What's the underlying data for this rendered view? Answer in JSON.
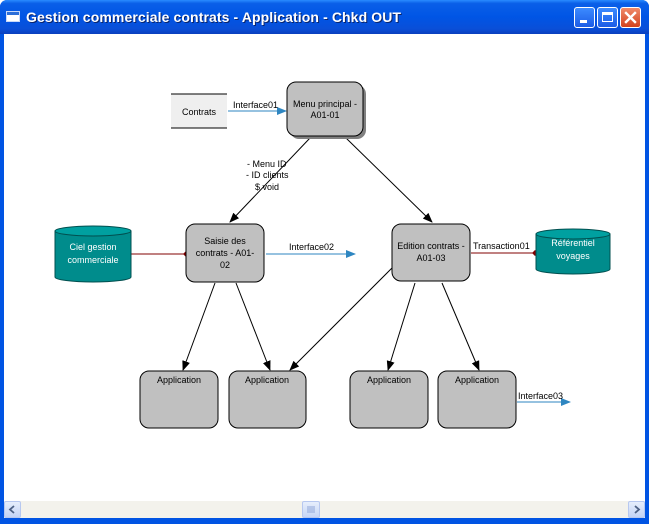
{
  "window": {
    "title": "Gestion commerciale contrats - Application - Chkd OUT"
  },
  "colors": {
    "node_fill": "#c0c0c0",
    "database_fill": "#008c8c",
    "flow_arrow": "#2e86c1",
    "link_line": "#800000",
    "edge": "#000000"
  },
  "diagram": {
    "nodes": {
      "contrats": {
        "label": "Contrats"
      },
      "menu": {
        "label_line1": "Menu principal -",
        "label_line2": "A01-01"
      },
      "saisie": {
        "label_line1": "Saisie des",
        "label_line2": "contrats - A01-",
        "label_line3": "02"
      },
      "edition": {
        "label_line1": "Edition contrats -",
        "label_line2": "A01-03"
      },
      "ciel": {
        "label_line1": "Ciel gestion",
        "label_line2": "commerciale"
      },
      "referentiel": {
        "label_line1": "Référentiel",
        "label_line2": "voyages"
      },
      "app1": {
        "label": "Application"
      },
      "app2": {
        "label": "Application"
      },
      "app3": {
        "label": "Application"
      },
      "app4": {
        "label": "Application"
      }
    },
    "edge_labels": {
      "interface01": "Interface01",
      "interface02": "Interface02",
      "interface03": "Interface03",
      "transaction01": "Transaction01",
      "menu_to_saisie_line1": "- Menu ID",
      "menu_to_saisie_line2": "- ID clients",
      "menu_to_saisie_line3": "$ void"
    }
  }
}
